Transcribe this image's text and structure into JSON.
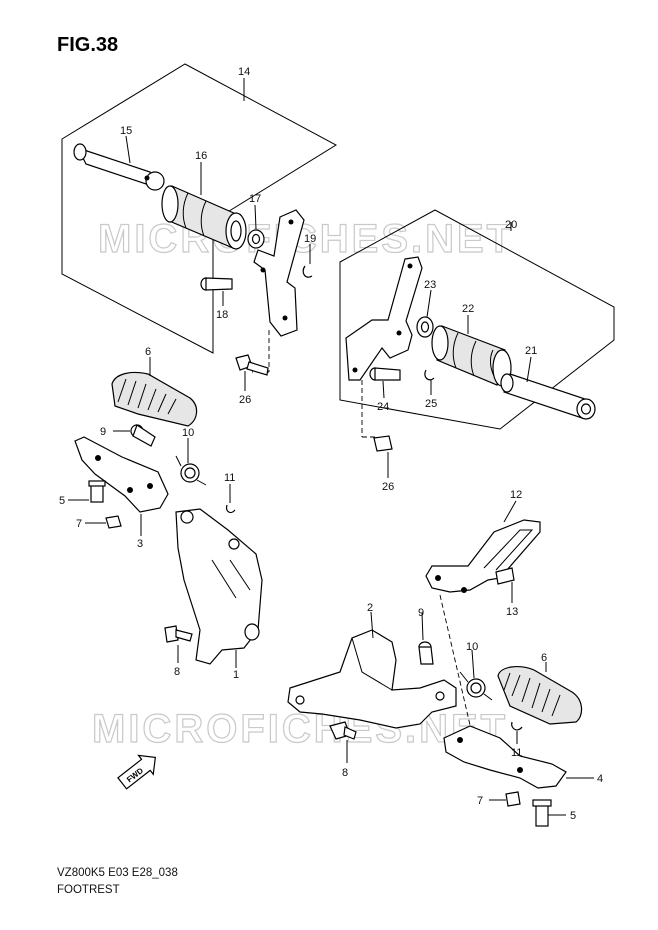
{
  "figure": {
    "title": "FIG.38"
  },
  "footer": {
    "model_code": "VZ800K5 E03 E28_038",
    "caption": "FOOTREST"
  },
  "watermark": {
    "text": "MICROFICHES.NET"
  },
  "direction_marker": {
    "text": "FWD",
    "icon": "forward-arrow-icon"
  },
  "callouts": {
    "p1": "1",
    "p2": "2",
    "p3": "3",
    "p4": "4",
    "p5a": "5",
    "p5b": "5",
    "p6a": "6",
    "p6b": "6",
    "p7a": "7",
    "p7b": "7",
    "p8a": "8",
    "p8b": "8",
    "p9a": "9",
    "p9b": "9",
    "p10a": "10",
    "p10b": "10",
    "p11a": "11",
    "p11b": "11",
    "p12": "12",
    "p13": "13",
    "p14": "14",
    "p15": "15",
    "p16": "16",
    "p17": "17",
    "p18": "18",
    "p19": "19",
    "p20": "20",
    "p21": "21",
    "p22": "22",
    "p23": "23",
    "p24": "24",
    "p25": "25",
    "p26a": "26",
    "p26b": "26"
  }
}
